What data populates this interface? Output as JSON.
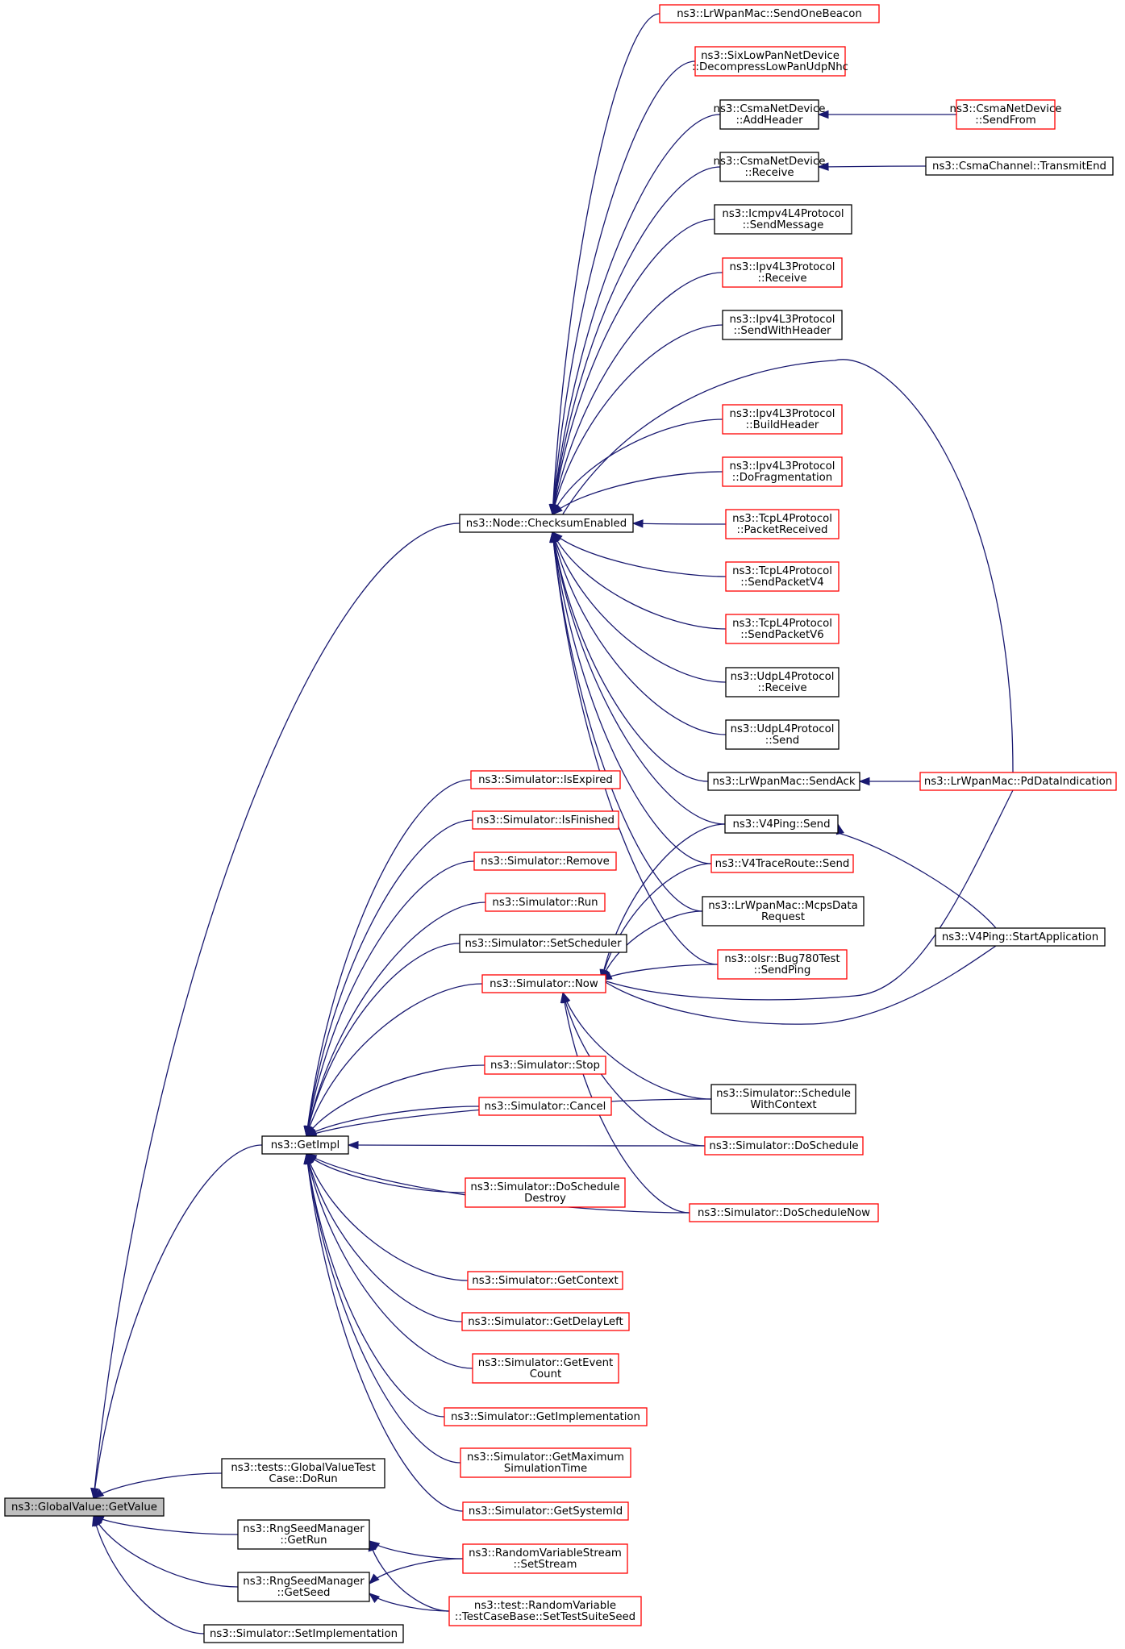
{
  "nodes": [
    {
      "id": "n_getvalue",
      "lines": [
        "ns3::GlobalValue::GetValue"
      ],
      "color": "root"
    },
    {
      "id": "n_getimpl",
      "lines": [
        "ns3::GetImpl"
      ],
      "color": "black"
    },
    {
      "id": "n_checksum",
      "lines": [
        "ns3::Node::ChecksumEnabled"
      ],
      "color": "black"
    },
    {
      "id": "n_sendonebeacon",
      "lines": [
        "ns3::LrWpanMac::SendOneBeacon"
      ],
      "color": "red"
    },
    {
      "id": "n_decompress",
      "lines": [
        "ns3::SixLowPanNetDevice",
        "::DecompressLowPanUdpNhc"
      ],
      "color": "red"
    },
    {
      "id": "n_csma_addheader",
      "lines": [
        "ns3::CsmaNetDevice",
        "::AddHeader"
      ],
      "color": "black"
    },
    {
      "id": "n_csma_sendfrom",
      "lines": [
        "ns3::CsmaNetDevice",
        "::SendFrom"
      ],
      "color": "red"
    },
    {
      "id": "n_csma_receive",
      "lines": [
        "ns3::CsmaNetDevice",
        "::Receive"
      ],
      "color": "black"
    },
    {
      "id": "n_csma_transmitend",
      "lines": [
        "ns3::CsmaChannel::TransmitEnd"
      ],
      "color": "black"
    },
    {
      "id": "n_icmp_sendmessage",
      "lines": [
        "ns3::Icmpv4L4Protocol",
        "::SendMessage"
      ],
      "color": "black"
    },
    {
      "id": "n_ipv4_receive",
      "lines": [
        "ns3::Ipv4L3Protocol",
        "::Receive"
      ],
      "color": "red"
    },
    {
      "id": "n_ipv4_sendwithheader",
      "lines": [
        "ns3::Ipv4L3Protocol",
        "::SendWithHeader"
      ],
      "color": "black"
    },
    {
      "id": "n_ipv4_buildheader",
      "lines": [
        "ns3::Ipv4L3Protocol",
        "::BuildHeader"
      ],
      "color": "red"
    },
    {
      "id": "n_ipv4_dofrag",
      "lines": [
        "ns3::Ipv4L3Protocol",
        "::DoFragmentation"
      ],
      "color": "red"
    },
    {
      "id": "n_tcp_packetreceived",
      "lines": [
        "ns3::TcpL4Protocol",
        "::PacketReceived"
      ],
      "color": "red"
    },
    {
      "id": "n_tcp_sendv4",
      "lines": [
        "ns3::TcpL4Protocol",
        "::SendPacketV4"
      ],
      "color": "red"
    },
    {
      "id": "n_tcp_sendv6",
      "lines": [
        "ns3::TcpL4Protocol",
        "::SendPacketV6"
      ],
      "color": "red"
    },
    {
      "id": "n_udp_receive",
      "lines": [
        "ns3::UdpL4Protocol",
        "::Receive"
      ],
      "color": "black"
    },
    {
      "id": "n_udp_send",
      "lines": [
        "ns3::UdpL4Protocol",
        "::Send"
      ],
      "color": "black"
    },
    {
      "id": "n_lrwpan_sendack",
      "lines": [
        "ns3::LrWpanMac::SendAck"
      ],
      "color": "black"
    },
    {
      "id": "n_lrwpan_pddata",
      "lines": [
        "ns3::LrWpanMac::PdDataIndication"
      ],
      "color": "red"
    },
    {
      "id": "n_v4ping_send",
      "lines": [
        "ns3::V4Ping::Send"
      ],
      "color": "black"
    },
    {
      "id": "n_v4trace_send",
      "lines": [
        "ns3::V4TraceRoute::Send"
      ],
      "color": "red"
    },
    {
      "id": "n_lrwpan_mcps",
      "lines": [
        "ns3::LrWpanMac::McpsData",
        "Request"
      ],
      "color": "black"
    },
    {
      "id": "n_olsr_sendping",
      "lines": [
        "ns3::olsr::Bug780Test",
        "::SendPing"
      ],
      "color": "red"
    },
    {
      "id": "n_v4ping_startapp",
      "lines": [
        "ns3::V4Ping::StartApplication"
      ],
      "color": "black"
    },
    {
      "id": "n_sim_isexpired",
      "lines": [
        "ns3::Simulator::IsExpired"
      ],
      "color": "red"
    },
    {
      "id": "n_sim_isfinished",
      "lines": [
        "ns3::Simulator::IsFinished"
      ],
      "color": "red"
    },
    {
      "id": "n_sim_remove",
      "lines": [
        "ns3::Simulator::Remove"
      ],
      "color": "red"
    },
    {
      "id": "n_sim_run",
      "lines": [
        "ns3::Simulator::Run"
      ],
      "color": "red"
    },
    {
      "id": "n_sim_setscheduler",
      "lines": [
        "ns3::Simulator::SetScheduler"
      ],
      "color": "black"
    },
    {
      "id": "n_sim_now",
      "lines": [
        "ns3::Simulator::Now"
      ],
      "color": "red"
    },
    {
      "id": "n_sim_stop",
      "lines": [
        "ns3::Simulator::Stop"
      ],
      "color": "red"
    },
    {
      "id": "n_sim_cancel",
      "lines": [
        "ns3::Simulator::Cancel"
      ],
      "color": "red"
    },
    {
      "id": "n_sim_schedwithctx",
      "lines": [
        "ns3::Simulator::Schedule",
        "WithContext"
      ],
      "color": "black"
    },
    {
      "id": "n_sim_doschedule",
      "lines": [
        "ns3::Simulator::DoSchedule"
      ],
      "color": "red"
    },
    {
      "id": "n_sim_doschedestroy",
      "lines": [
        "ns3::Simulator::DoSchedule",
        "Destroy"
      ],
      "color": "red"
    },
    {
      "id": "n_sim_doschednow",
      "lines": [
        "ns3::Simulator::DoScheduleNow"
      ],
      "color": "red"
    },
    {
      "id": "n_sim_getcontext",
      "lines": [
        "ns3::Simulator::GetContext"
      ],
      "color": "red"
    },
    {
      "id": "n_sim_getdelayleft",
      "lines": [
        "ns3::Simulator::GetDelayLeft"
      ],
      "color": "red"
    },
    {
      "id": "n_sim_geteventcount",
      "lines": [
        "ns3::Simulator::GetEvent",
        "Count"
      ],
      "color": "red"
    },
    {
      "id": "n_sim_getimpl",
      "lines": [
        "ns3::Simulator::GetImplementation"
      ],
      "color": "red"
    },
    {
      "id": "n_sim_getmaxsim",
      "lines": [
        "ns3::Simulator::GetMaximum",
        "SimulationTime"
      ],
      "color": "red"
    },
    {
      "id": "n_sim_getsystemid",
      "lines": [
        "ns3::Simulator::GetSystemId"
      ],
      "color": "red"
    },
    {
      "id": "n_gvtest_dorun",
      "lines": [
        "ns3::tests::GlobalValueTest",
        "Case::DoRun"
      ],
      "color": "black"
    },
    {
      "id": "n_rng_getrun",
      "lines": [
        "ns3::RngSeedManager",
        "::GetRun"
      ],
      "color": "black"
    },
    {
      "id": "n_rng_getseed",
      "lines": [
        "ns3::RngSeedManager",
        "::GetSeed"
      ],
      "color": "black"
    },
    {
      "id": "n_rvs_setstream",
      "lines": [
        "ns3::RandomVariableStream",
        "::SetStream"
      ],
      "color": "red"
    },
    {
      "id": "n_rvtest_seed",
      "lines": [
        "ns3::test::RandomVariable",
        "::TestCaseBase::SetTestSuiteSeed"
      ],
      "color": "red"
    },
    {
      "id": "n_sim_setimpl",
      "lines": [
        "ns3::Simulator::SetImplementation"
      ],
      "color": "black"
    }
  ],
  "edges": [
    [
      "n_getimpl",
      "n_getvalue"
    ],
    [
      "n_checksum",
      "n_getvalue"
    ],
    [
      "n_gvtest_dorun",
      "n_getvalue"
    ],
    [
      "n_rng_getrun",
      "n_getvalue"
    ],
    [
      "n_rng_getseed",
      "n_getvalue"
    ],
    [
      "n_sim_setimpl",
      "n_getvalue"
    ],
    [
      "n_sendonebeacon",
      "n_checksum"
    ],
    [
      "n_decompress",
      "n_checksum"
    ],
    [
      "n_csma_addheader",
      "n_checksum"
    ],
    [
      "n_csma_receive",
      "n_checksum"
    ],
    [
      "n_icmp_sendmessage",
      "n_checksum"
    ],
    [
      "n_ipv4_receive",
      "n_checksum"
    ],
    [
      "n_ipv4_sendwithheader",
      "n_checksum"
    ],
    [
      "n_lrwpan_pddata",
      "n_checksum"
    ],
    [
      "n_ipv4_buildheader",
      "n_checksum"
    ],
    [
      "n_ipv4_dofrag",
      "n_checksum"
    ],
    [
      "n_tcp_packetreceived",
      "n_checksum"
    ],
    [
      "n_tcp_sendv4",
      "n_checksum"
    ],
    [
      "n_tcp_sendv6",
      "n_checksum"
    ],
    [
      "n_udp_receive",
      "n_checksum"
    ],
    [
      "n_udp_send",
      "n_checksum"
    ],
    [
      "n_lrwpan_sendack",
      "n_checksum"
    ],
    [
      "n_v4ping_send",
      "n_checksum"
    ],
    [
      "n_v4trace_send",
      "n_checksum"
    ],
    [
      "n_lrwpan_mcps",
      "n_checksum"
    ],
    [
      "n_olsr_sendping",
      "n_checksum"
    ],
    [
      "n_csma_sendfrom",
      "n_csma_addheader"
    ],
    [
      "n_csma_transmitend",
      "n_csma_receive"
    ],
    [
      "n_lrwpan_pddata",
      "n_lrwpan_sendack"
    ],
    [
      "n_v4ping_startapp",
      "n_v4ping_send"
    ],
    [
      "n_sim_isexpired",
      "n_getimpl"
    ],
    [
      "n_sim_isfinished",
      "n_getimpl"
    ],
    [
      "n_sim_remove",
      "n_getimpl"
    ],
    [
      "n_sim_run",
      "n_getimpl"
    ],
    [
      "n_sim_setscheduler",
      "n_getimpl"
    ],
    [
      "n_sim_now",
      "n_getimpl"
    ],
    [
      "n_sim_schedwithctx",
      "n_getimpl"
    ],
    [
      "n_sim_stop",
      "n_getimpl"
    ],
    [
      "n_sim_cancel",
      "n_getimpl"
    ],
    [
      "n_sim_doschedule",
      "n_getimpl"
    ],
    [
      "n_sim_doschedestroy",
      "n_getimpl"
    ],
    [
      "n_sim_doschednow",
      "n_getimpl"
    ],
    [
      "n_sim_getcontext",
      "n_getimpl"
    ],
    [
      "n_sim_getdelayleft",
      "n_getimpl"
    ],
    [
      "n_sim_geteventcount",
      "n_getimpl"
    ],
    [
      "n_sim_getimpl",
      "n_getimpl"
    ],
    [
      "n_sim_getmaxsim",
      "n_getimpl"
    ],
    [
      "n_sim_getsystemid",
      "n_getimpl"
    ],
    [
      "n_v4ping_send",
      "n_sim_now"
    ],
    [
      "n_v4trace_send",
      "n_sim_now"
    ],
    [
      "n_lrwpan_mcps",
      "n_sim_now"
    ],
    [
      "n_olsr_sendping",
      "n_sim_now"
    ],
    [
      "n_lrwpan_pddata",
      "n_sim_now"
    ],
    [
      "n_v4ping_startapp",
      "n_sim_now"
    ],
    [
      "n_sim_schedwithctx",
      "n_sim_now"
    ],
    [
      "n_sim_doschedule",
      "n_sim_now"
    ],
    [
      "n_sim_doschednow",
      "n_sim_now"
    ],
    [
      "n_rvs_setstream",
      "n_rng_getrun"
    ],
    [
      "n_rvtest_seed",
      "n_rng_getrun"
    ],
    [
      "n_rvs_setstream",
      "n_rng_getseed"
    ],
    [
      "n_rvtest_seed",
      "n_rng_getseed"
    ]
  ],
  "colors": {
    "edge": "#191970",
    "red_border": "#ff0000",
    "black_border": "#000000",
    "root_fill": "#bfbfbf"
  }
}
